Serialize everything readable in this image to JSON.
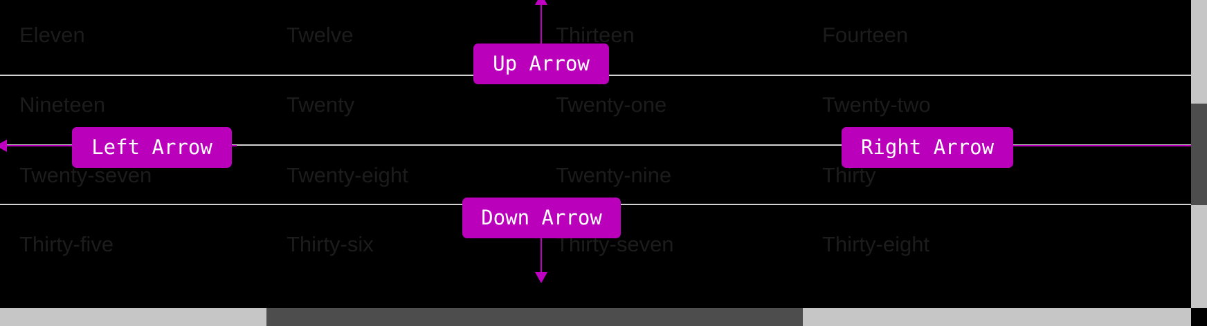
{
  "theme": {
    "background": "#000000",
    "cell_text_color": "#1c1c1c",
    "grid_line_color": "#d2d2d2",
    "accent": "#bb00bb",
    "arrow_color": "#c000c0",
    "label_text_color": "#ffffff",
    "scrollbar_track": "#c6c6c6",
    "scrollbar_thumb": "#4d4d4d"
  },
  "grid": {
    "rows": [
      {
        "cells": [
          "Eleven",
          "Twelve",
          "Thirteen",
          "Fourteen"
        ]
      },
      {
        "cells": [
          "Nineteen",
          "Twenty",
          "Twenty-one",
          "Twenty-two"
        ]
      },
      {
        "cells": [
          "Twenty-seven",
          "Twenty-eight",
          "Twenty-nine",
          "Thirty"
        ]
      },
      {
        "cells": [
          "Thirty-five",
          "Thirty-six",
          "Thirty-seven",
          "Thirty-eight"
        ]
      }
    ]
  },
  "arrows": {
    "up": {
      "label": "Up Arrow",
      "direction": "up"
    },
    "down": {
      "label": "Down Arrow",
      "direction": "down"
    },
    "left": {
      "label": "Left Arrow",
      "direction": "left"
    },
    "right": {
      "label": "Right Arrow",
      "direction": "right"
    }
  },
  "scrollbars": {
    "horizontal": {
      "orientation": "horizontal"
    },
    "vertical": {
      "orientation": "vertical"
    }
  }
}
